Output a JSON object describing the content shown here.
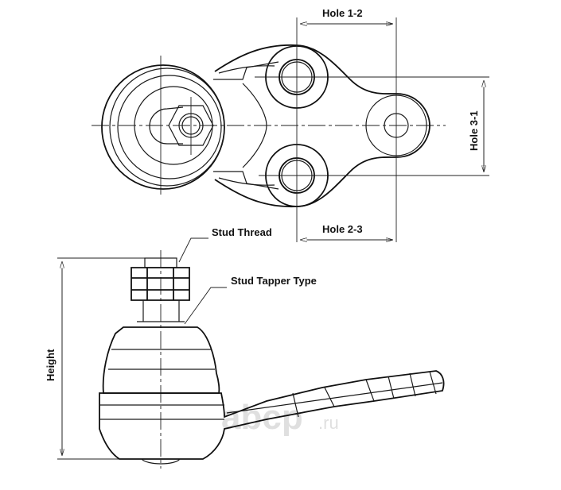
{
  "labels": {
    "hole_1_2": "Hole 1-2",
    "hole_2_3": "Hole 2-3",
    "hole_3_1": "Hole 3-1",
    "stud_thread": "Stud Thread",
    "stud_tapper_type": "Stud Tapper Type",
    "height": "Height"
  },
  "watermark": {
    "main": "abcp",
    "suffix": ".ru"
  }
}
